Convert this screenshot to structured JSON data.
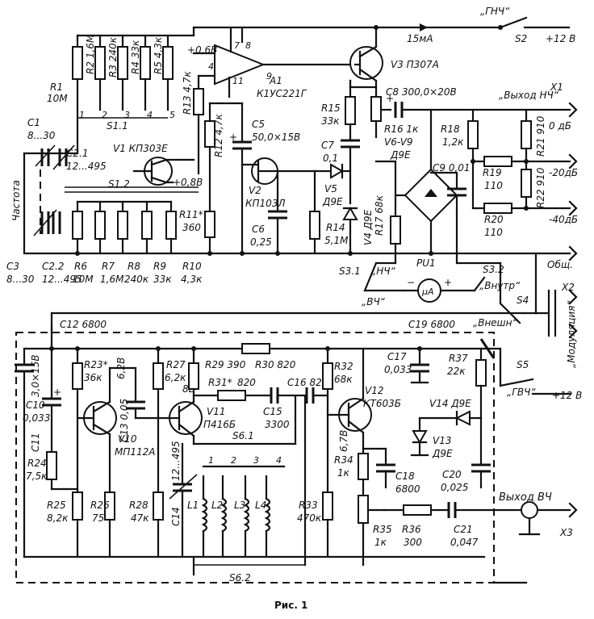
{
  "figure_caption": "Рис. 1",
  "power": {
    "s2": "S2",
    "vplus_top": "+12 В",
    "gnch": "„ГНЧ“",
    "current": "15мА",
    "s5": "S5",
    "vplus_bot": "+12 В",
    "gvch": "„ГВЧ“"
  },
  "lf_generator": {
    "r1": "R1",
    "r1v": "10М",
    "r2": "R2 1,6М",
    "r3": "R3 240к",
    "r4": "R4 33к",
    "r5": "R5 4,3к",
    "r6": "R6",
    "r6v": "10М",
    "r7": "R7",
    "r7v": "1,6М",
    "r8": "R8",
    "r8v": "240к",
    "r9": "R9",
    "r9v": "33к",
    "r10": "R10",
    "r10v": "4,3к",
    "r11": "R11*",
    "r11v": "360",
    "r12": "R12 4,7к",
    "r13": "R13 4,7к",
    "c1": "C1",
    "c1v": "8...30",
    "c21": "C2.1",
    "c21v": "12...495",
    "c3": "C3",
    "c3v": "8...30",
    "c22": "C2.2",
    "c22v": "12...495",
    "s11": "S1.1",
    "s12": "S1.2",
    "chastota": "Частота",
    "v1": "V1 КП303Е",
    "a1": "A1",
    "a1v": "К1УС221Г",
    "v06": "+0,6В",
    "v08": "+0,8В",
    "pins": [
      "1",
      "2",
      "3",
      "4",
      "5"
    ],
    "oa_pins": [
      "7",
      "8",
      "9",
      "11",
      "4"
    ],
    "c5": "C5",
    "c5v": "50,0×15В",
    "v2": "V2",
    "v2v": "КП103Л",
    "c6": "C6",
    "c6v": "0,25",
    "v3": "V3  П307А",
    "r15": "R15",
    "r15v": "33к",
    "c7": "C7",
    "c7v": "0,1",
    "v5": "V5",
    "v5v": "Д9Е",
    "r14": "R14",
    "r14v": "5,1М",
    "v4": "V4 Д9Е",
    "r16": "R16 1к",
    "v6v9": "V6-V9",
    "v6v9v": "Д9Е",
    "r17": "R17 68к",
    "c8": "C8 300,0×20В",
    "c9": "C9 0,01",
    "r18": "R18",
    "r18v": "1,2к",
    "r19": "R19",
    "r19v": "110",
    "r20": "R20",
    "r20v": "110",
    "r21": "R21 910",
    "r22": "R22 910",
    "x1": "X1",
    "vyhod_nch": "„Выход НЧ“",
    "db0": "0 дБ",
    "db20": "-20дБ",
    "db40": "-40дБ",
    "obsch": "Общ.",
    "pu1": "PU1",
    "ua": "μA",
    "s31": "S3.1",
    "s32": "S3.2",
    "nch": "„НЧ“",
    "vch": "„ВЧ“",
    "vnutr": "„Внутр“",
    "x2": "X2",
    "modulyaciya": "„Модуляция“",
    "s4": "S4",
    "vnesh": "„Внешн“"
  },
  "hf_generator": {
    "c12": "C12 6800",
    "c19": "C19 6800",
    "c10": "C10",
    "c10v": "0,033",
    "c11": "C11",
    "c11v": "3,0×15В",
    "r23": "R23*",
    "r23v": "36к",
    "v62": "6,2В",
    "c13": "C13 0,05",
    "v10": "V10",
    "v10v": "МП112А",
    "r24": "R24",
    "r24v": "7,5к",
    "r25": "R25",
    "r25v": "8,2к",
    "r26": "R26",
    "r26v": "75",
    "r27": "R27",
    "r27v": "6,2к",
    "v88": "8В",
    "r28": "R28",
    "r28v": "47к",
    "r29": "R29 390",
    "r30": "R30 820",
    "r31": "R31*",
    "r31v": "820",
    "c16": "C16 82",
    "v11": "V11",
    "v11v": "П416Б",
    "c15": "C15",
    "c15v": "3300",
    "s61": "S6.1",
    "s62": "S6.2",
    "c14": "C14",
    "c14v": "12...495",
    "l1": "L1",
    "l2": "L2",
    "l3": "L3",
    "l4": "L4",
    "coil_pins": [
      "1",
      "2",
      "3",
      "4"
    ],
    "r32": "R32",
    "r32v": "68к",
    "c17": "C17",
    "c17v": "0,033",
    "r37": "R37",
    "r37v": "22к",
    "v12": "V12",
    "v12v": "КТ603Б",
    "v14": "V14  Д9Е",
    "v13": "V13",
    "v13v": "Д9Е",
    "v67": "6,7В",
    "r34": "R34",
    "r34v": "1к",
    "c18": "C18",
    "c18v": "6800",
    "c20": "C20",
    "c20v": "0,025",
    "r33": "R33",
    "r33v": "470к",
    "r35": "R35",
    "r35v": "1к",
    "r36": "R36",
    "r36v": "300",
    "c21": "C21",
    "c21v": "0,047",
    "vyhod_vch": "Выход ВЧ",
    "x3": "X3"
  }
}
